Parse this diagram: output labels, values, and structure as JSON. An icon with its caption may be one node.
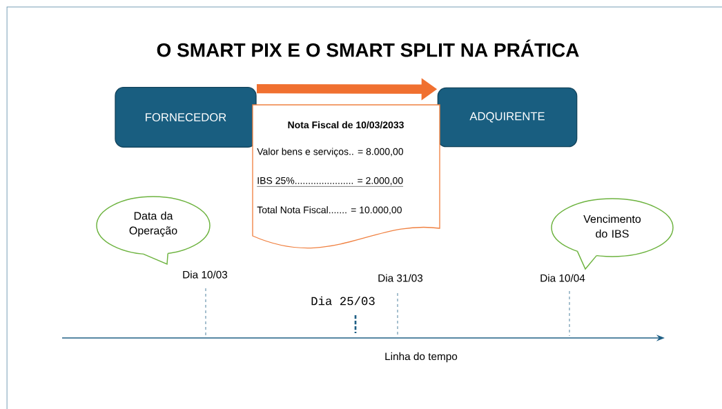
{
  "diagram": {
    "title": "O SMART PIX E O SMART SPLIT NA PRÁTICA",
    "nodes": [
      {
        "text": [
          "FORNECEDOR"
        ]
      },
      {
        "text": [
          "ADQUIRENTE"
        ]
      },
      {
        "text": [
          "Nota Fiscal de 10/03/2033",
          "Valor bens e serviços.. = 8.000,00",
          "IBS 25%...................... = 2.000,00",
          "Total Nota Fiscal....... = 10.000,00"
        ]
      },
      {
        "text": [
          "Data da Operação"
        ]
      },
      {
        "text": [
          "Vencimento do IBS"
        ]
      }
    ],
    "edges": [
      {
        "from": 0,
        "to": 1,
        "arrow": "to"
      }
    ],
    "labels": [
      "Dia 10/03",
      "Dia 31/03",
      "Dia 10/04",
      "Dia 25/03",
      "Linha do tempo"
    ]
  }
}
